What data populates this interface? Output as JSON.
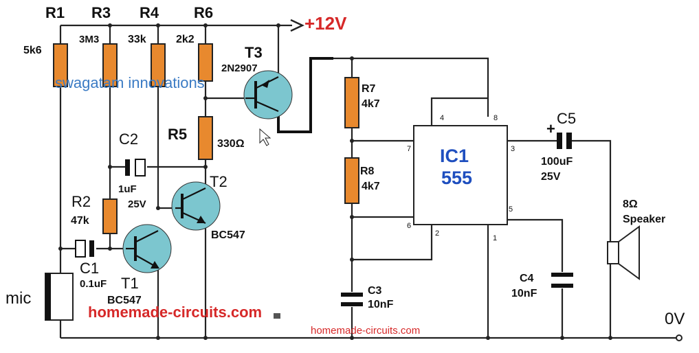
{
  "supply": {
    "label": "+12V",
    "ground": "0V",
    "color": "#d62828"
  },
  "watermark": "swagatam innovations",
  "site_red": "homemade-circuits.com",
  "site_bottom": "homemade-circuits.com",
  "resistors": {
    "r1": {
      "name": "R1",
      "value": "5k6"
    },
    "r3": {
      "name": "R3",
      "value": "3M3"
    },
    "r4": {
      "name": "R4",
      "value": "33k"
    },
    "r6": {
      "name": "R6",
      "value": "2k2"
    },
    "r5": {
      "name": "R5",
      "value": "330Ω"
    },
    "r2": {
      "name": "R2",
      "value": "47k"
    },
    "r7": {
      "name": "R7",
      "value": "4k7"
    },
    "r8": {
      "name": "R8",
      "value": "4k7"
    }
  },
  "capacitors": {
    "c1": {
      "name": "C1",
      "value": "0.1uF"
    },
    "c2": {
      "name": "C2",
      "value1": "1uF",
      "value2": "25V"
    },
    "c3": {
      "name": "C3",
      "value": "10nF"
    },
    "c4": {
      "name": "C4",
      "value": "10nF"
    },
    "c5": {
      "name": "C5",
      "value1": "100uF",
      "value2": "25V"
    }
  },
  "transistors": {
    "t1": {
      "name": "T1",
      "type": "BC547"
    },
    "t2": {
      "name": "T2",
      "type": "BC547"
    },
    "t3": {
      "name": "T3",
      "type": "2N2907"
    }
  },
  "ic": {
    "line1": "IC1",
    "line2": "555",
    "color": "#1f4fbf",
    "pins": [
      "4",
      "8",
      "7",
      "3",
      "6",
      "5",
      "2",
      "1"
    ]
  },
  "mic": "mic",
  "speaker": {
    "line1": "8Ω",
    "line2": "Speaker"
  },
  "polarity_plus": "+"
}
